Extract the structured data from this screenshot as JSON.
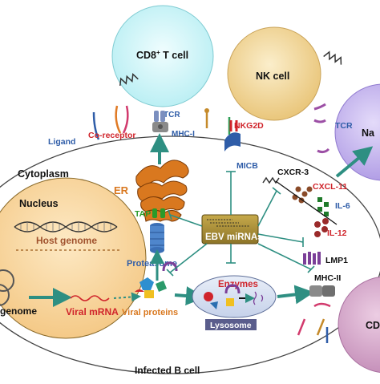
{
  "cells": {
    "cd8": "CD8",
    "cd8_sup": "+",
    "cd8_suffix": " T cell",
    "nk": "NK cell",
    "right_top_partial": "Na",
    "right_bottom_partial": "CD",
    "infected": "Infected B cell"
  },
  "receptors": {
    "tcr_top": "TCR",
    "mhc1": "MHC-I",
    "ligand": "Ligand",
    "coreceptor": "Co-receptor",
    "nkg2d": "NKG2D",
    "micb": "MICB",
    "tcr_right": "TCR",
    "cxcr3": "CXCR-3",
    "lmp1": "LMP1",
    "mhc2": "MHC-II"
  },
  "compartments": {
    "cytoplasm": "Cytoplasm",
    "nucleus": "Nucleus",
    "host_genome": "Host genome",
    "genome": "genome",
    "viral_mrna": "Viral mRNA",
    "er": "ER",
    "tap": "TAP",
    "proteasome": "Proteasome",
    "viral_proteins": "Viral proteins",
    "enzymes": "Enzymes",
    "lysosome": "Lysosome",
    "ebv_mirnas": "EBV miRNAs"
  },
  "cytokines": {
    "cxcl11": "CXCL-11",
    "il6": "IL-6",
    "il12": "IL-12"
  },
  "colors": {
    "cd8_cell": "#c8f3f6",
    "nk_cell": "#f2d79a",
    "right_top_cell": "#c9b9ef",
    "right_bottom_cell": "#d3a3c8",
    "nucleus": "#f8d79c",
    "teal_arrow": "#2e8f82",
    "receptor_purple": "#7b3f98",
    "label_blue": "#2f5da8",
    "label_red": "#d0242b",
    "er_orange": "#d9781f",
    "mirna_box": "#a88f35"
  }
}
